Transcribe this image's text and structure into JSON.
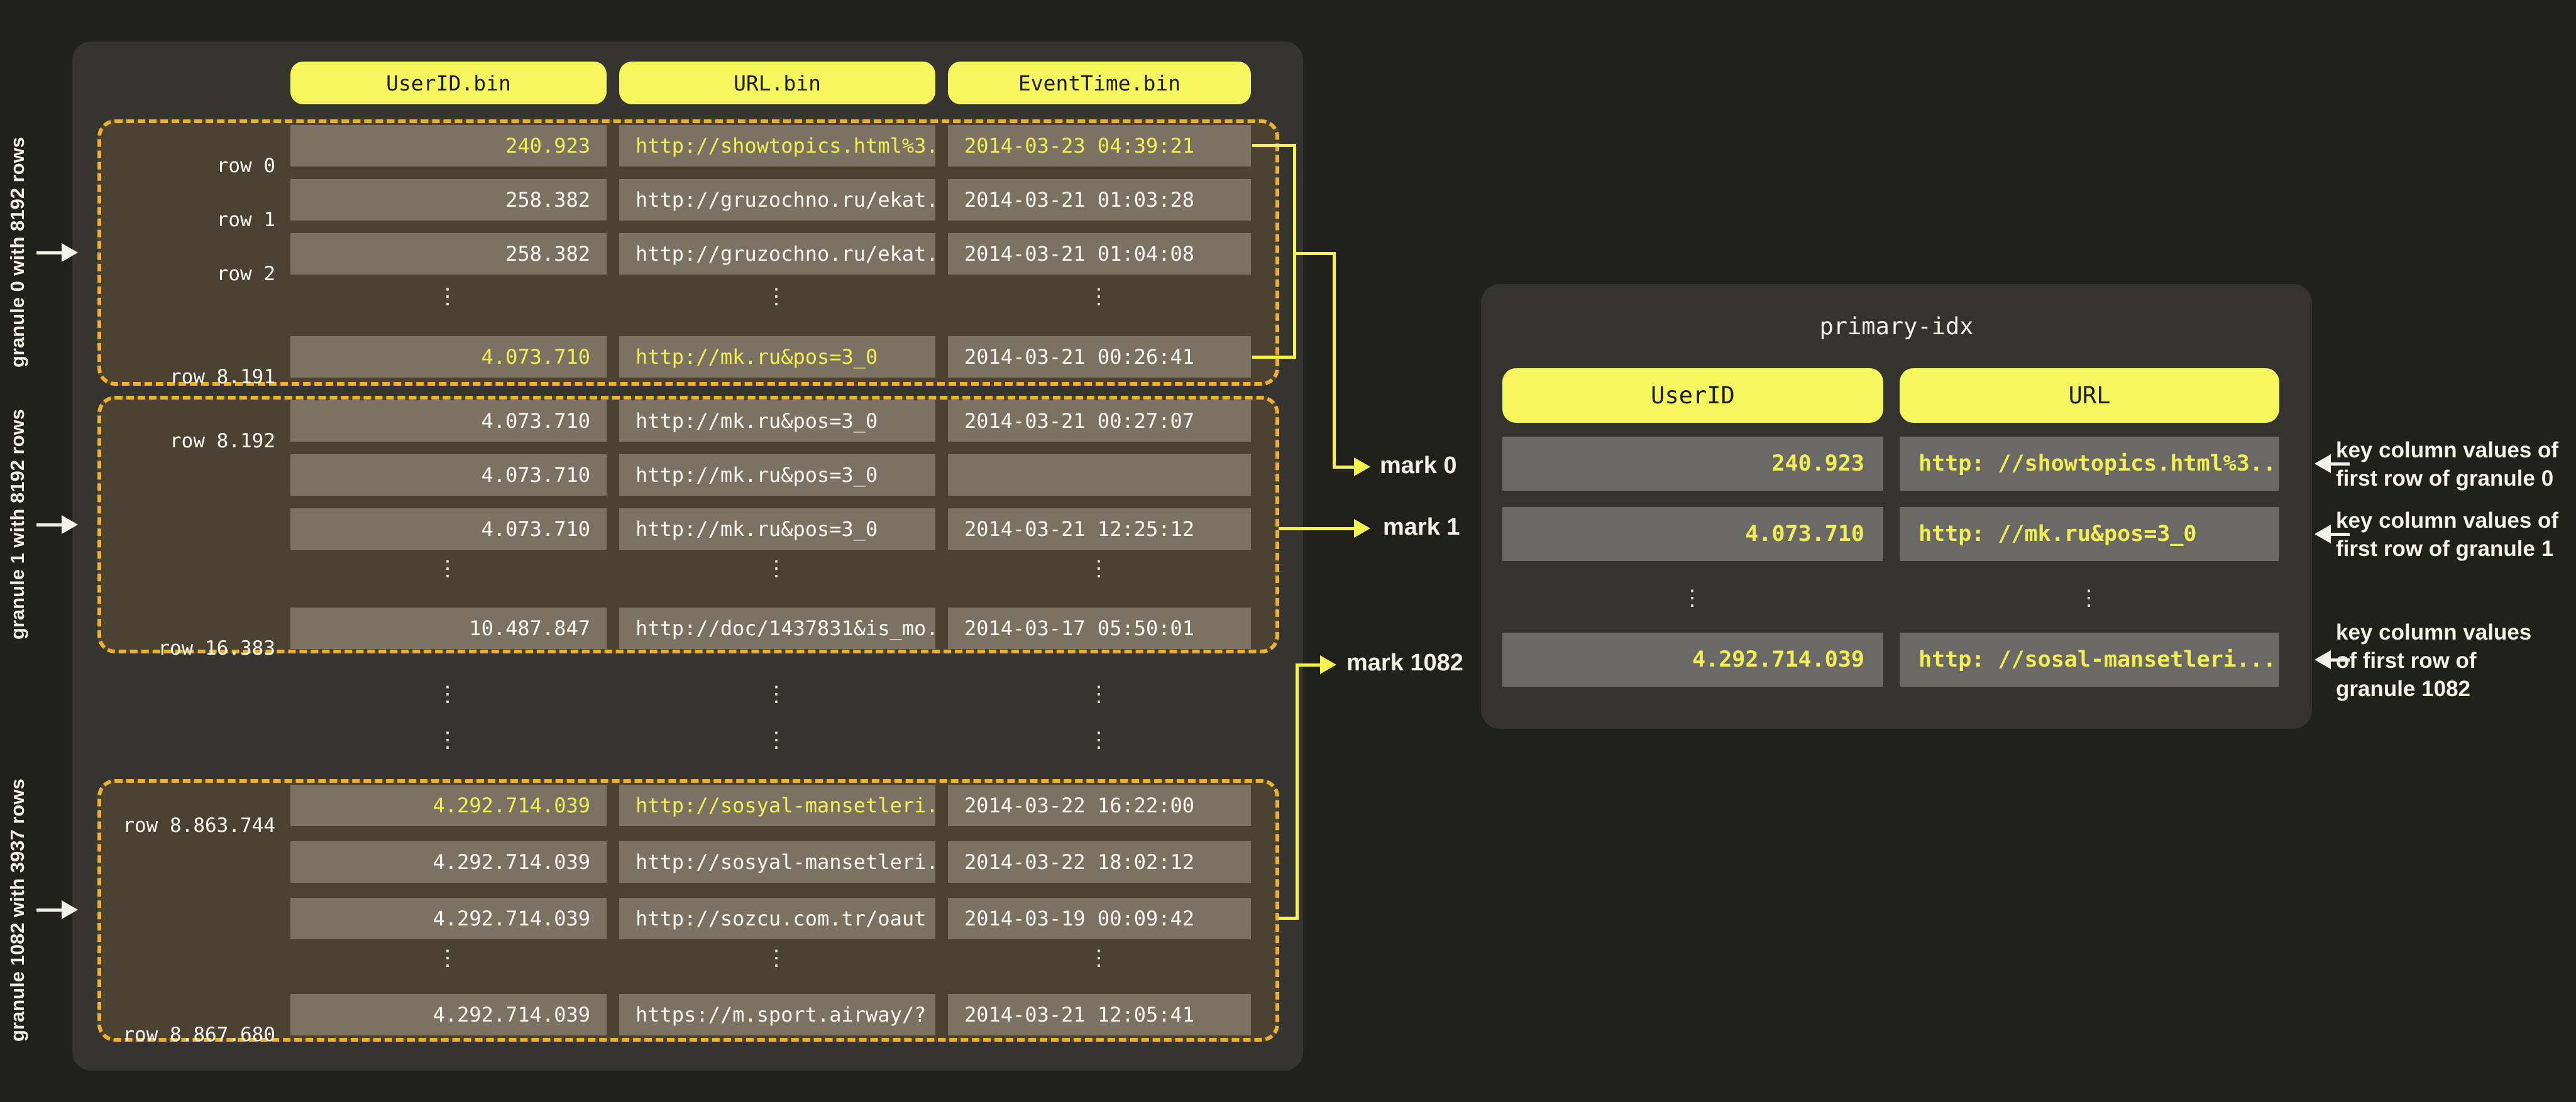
{
  "colors": {
    "page_bg": "#21211c",
    "panel_bg": "#35342e",
    "granule_bg": "#4b4234",
    "granule_border": "#eeb12e",
    "cell_bg_left": "#7b7263",
    "cell_bg_right": "#6a6965",
    "header_pill": "#f6f65e",
    "highlight_text": "#f2ef55",
    "plain_text": "#faf8ee",
    "connector_yellow": "#f7f34d",
    "connector_white": "#f4f2ea"
  },
  "left_table": {
    "headers": [
      "UserID.bin",
      "URL.bin",
      "EventTime.bin"
    ],
    "ellipsis": "⋮",
    "granules": [
      {
        "side_label": "granule 0 with 8192 rows",
        "rows": [
          {
            "label": "row 0",
            "user_id": "240.923",
            "url": "http://showtopics.html%3...",
            "event_time": "2014-03-23 04:39:21"
          },
          {
            "label": "row 1",
            "user_id": "258.382",
            "url": "http://gruzochno.ru/ekat...",
            "event_time": "2014-03-21 01:03:28"
          },
          {
            "label": "row 2",
            "user_id": "258.382",
            "url": "http://gruzochno.ru/ekat...",
            "event_time": "2014-03-21 01:04:08"
          },
          {
            "label": "row 8.191",
            "user_id": "4.073.710",
            "url": "http://mk.ru&pos=3_0",
            "event_time": "2014-03-21 00:26:41"
          }
        ]
      },
      {
        "side_label": "granule 1 with 8192 rows",
        "rows": [
          {
            "label": "row 8.192",
            "user_id": "4.073.710",
            "url": "http://mk.ru&pos=3_0",
            "event_time": "2014-03-21 00:27:07"
          },
          {
            "label": "",
            "user_id": "4.073.710",
            "url": "http://mk.ru&pos=3_0",
            "event_time": ""
          },
          {
            "label": "",
            "user_id": "4.073.710",
            "url": "http://mk.ru&pos=3_0",
            "event_time": "2014-03-21 12:25:12"
          },
          {
            "label": "row 16.383",
            "user_id": "10.487.847",
            "url": "http://doc/1437831&is_mo...",
            "event_time": "2014-03-17 05:50:01"
          }
        ]
      },
      {
        "side_label": "granule 1082  with  3937 rows",
        "rows": [
          {
            "label": "row 8.863.744",
            "user_id": "4.292.714.039",
            "url": "http://sosyal-mansetleri...",
            "event_time": "2014-03-22 16:22:00"
          },
          {
            "label": "",
            "user_id": "4.292.714.039",
            "url": "http://sosyal-mansetleri...",
            "event_time": "2014-03-22 18:02:12"
          },
          {
            "label": "",
            "user_id": "4.292.714.039",
            "url": "http://sozcu.com.tr/oaut",
            "event_time": "2014-03-19 00:09:42"
          },
          {
            "label": "row 8.867.680",
            "user_id": "4.292.714.039",
            "url": "https://m.sport.airway/?",
            "event_time": "2014-03-21 12:05:41"
          }
        ]
      }
    ]
  },
  "marks": {
    "mark0": "mark 0",
    "mark1": "mark 1",
    "mark1082": "mark 1082"
  },
  "primary_index": {
    "title": "primary-idx",
    "headers": [
      "UserID",
      "URL"
    ],
    "rows": [
      {
        "user_id": "240.923",
        "url": "http: //showtopics.html%3..."
      },
      {
        "user_id": "4.073.710",
        "url": "http: //mk.ru&pos=3_0"
      },
      {
        "user_id": "4.292.714.039",
        "url": "http: //sosal-mansetleri..."
      }
    ],
    "annotations": [
      {
        "lines": [
          "key column values of",
          "first row of granule 0"
        ]
      },
      {
        "lines": [
          "key column values of",
          "first row of granule 1"
        ]
      },
      {
        "lines": [
          "key column values",
          "of first row of",
          "granule 1082"
        ]
      }
    ]
  }
}
